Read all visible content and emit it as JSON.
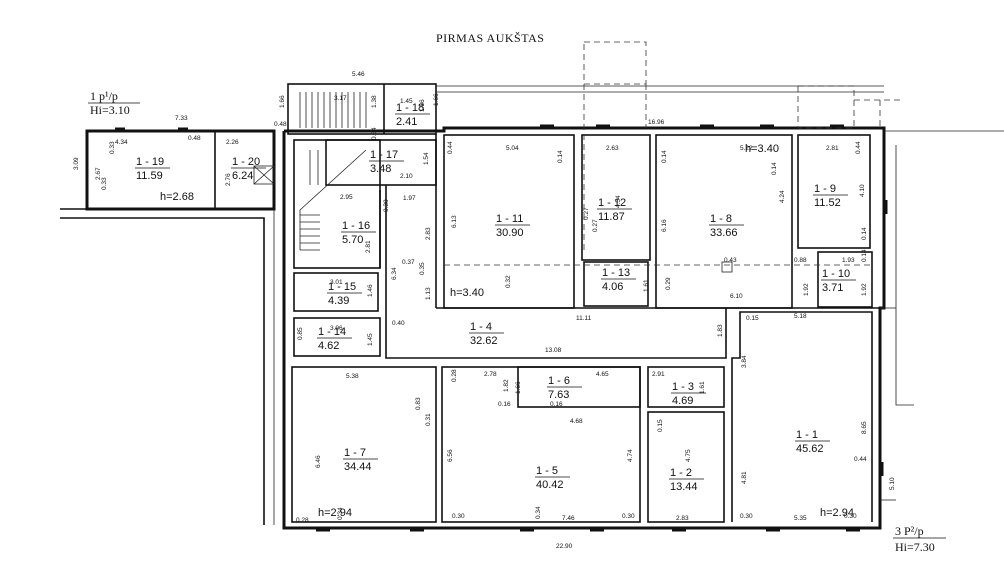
{
  "title": "PIRMAS AUKŠTAS",
  "rooms": [
    {
      "id": "1 - 19",
      "area": "11.59"
    },
    {
      "id": "1 - 20",
      "area": "6.24"
    },
    {
      "id": "1 - 17",
      "area": "3.48"
    },
    {
      "id": "1 - 18",
      "area": "2.41"
    },
    {
      "id": "1 - 16",
      "area": "5.70"
    },
    {
      "id": "1 - 15",
      "area": "4.39"
    },
    {
      "id": "1 - 14",
      "area": "4.62"
    },
    {
      "id": "1 - 11",
      "area": "30.90"
    },
    {
      "id": "1 - 12",
      "area": "11.87"
    },
    {
      "id": "1 - 13",
      "area": "4.06"
    },
    {
      "id": "1 - 8",
      "area": "33.66"
    },
    {
      "id": "1 - 9",
      "area": "11.52"
    },
    {
      "id": "1 - 10",
      "area": "3.71"
    },
    {
      "id": "1 - 4",
      "area": "32.62"
    },
    {
      "id": "1 - 6",
      "area": "7.63"
    },
    {
      "id": "1 - 3",
      "area": "4.69"
    },
    {
      "id": "1 - 7",
      "area": "34.44"
    },
    {
      "id": "1 - 5",
      "area": "40.42"
    },
    {
      "id": "1 - 2",
      "area": "13.44"
    },
    {
      "id": "1 - 1",
      "area": "45.62"
    }
  ],
  "heights": [
    "h=2.68",
    "h=3.40",
    "h=3.40",
    "h=2.94",
    "h=2.94"
  ],
  "levels": [
    {
      "top": "1 p¹/p",
      "bottom": "Hi=3.10"
    },
    {
      "top": "3 P²/p",
      "bottom": "Hi=7.30"
    }
  ],
  "dims": [
    "5.46",
    "7.33",
    "4.34",
    "0.48",
    "2.26",
    "3.09",
    "2.67",
    "0.33",
    "0.33",
    "2.76",
    "1.66",
    "3.17",
    "1.38",
    "1.45",
    "1.66",
    "0.48",
    "0.34",
    "1.66",
    "16.96",
    "5.04",
    "0.44",
    "0.14",
    "2.63",
    "0.14",
    "5.22",
    "2.81",
    "0.44",
    "1.54",
    "2.10",
    "1.97",
    "2.95",
    "0.30",
    "6.13",
    "0.27",
    "0.27",
    "4.54",
    "6.16",
    "4.24",
    "4.10",
    "0.14",
    "0.14",
    "2.83",
    "2.81",
    "0.37",
    "0.35",
    "6.34",
    "0.32",
    "0.88",
    "1.93",
    "0.14",
    "0.43",
    "1.13",
    "1.46",
    "3.01",
    "1.61",
    "0.29",
    "6.10",
    "1.92",
    "1.92",
    "3.06",
    "0.85",
    "1.45",
    "0.40",
    "11.11",
    "1.83",
    "0.15",
    "5.18",
    "2.78",
    "13.08",
    "4.65",
    "2.91",
    "3.84",
    "5.38",
    "0.28",
    "1.66",
    "1.82",
    "0.16",
    "1.61",
    "0.16",
    "4.68",
    "0.83",
    "0.31",
    "6.46",
    "6.56",
    "4.74",
    "0.15",
    "4.75",
    "4.81",
    "8.65",
    "0.44",
    "5.10",
    "0.28",
    "0.30",
    "7.46",
    "0.30",
    "2.83",
    "0.30",
    "5.35",
    "0.30",
    "0.34",
    "0.34",
    "22.90"
  ]
}
